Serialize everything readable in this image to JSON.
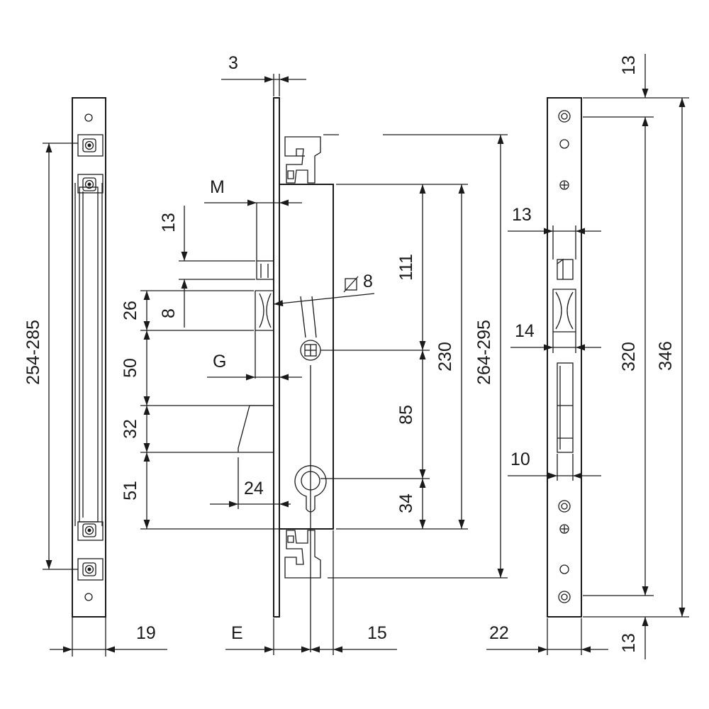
{
  "dimensions": {
    "left_plate_length": "254-285",
    "left_plate_width": "19",
    "faceplate_thickness": "3",
    "dim_m": "M",
    "dim_13_top": "13",
    "dim_26": "26",
    "dim_8_left": "8",
    "dim_50": "50",
    "dim_g": "G",
    "dim_32": "32",
    "dim_51": "51",
    "dim_24": "24",
    "dim_e": "E",
    "dim_15": "15",
    "square_8": "8",
    "dim_111": "111",
    "dim_85": "85",
    "dim_34": "34",
    "dim_230": "230",
    "dim_264_295": "264-295",
    "strike_13_mid": "13",
    "strike_14": "14",
    "strike_10": "10",
    "strike_22": "22",
    "strike_13_top": "13",
    "strike_13_bottom": "13",
    "strike_320": "320",
    "strike_346": "346"
  }
}
